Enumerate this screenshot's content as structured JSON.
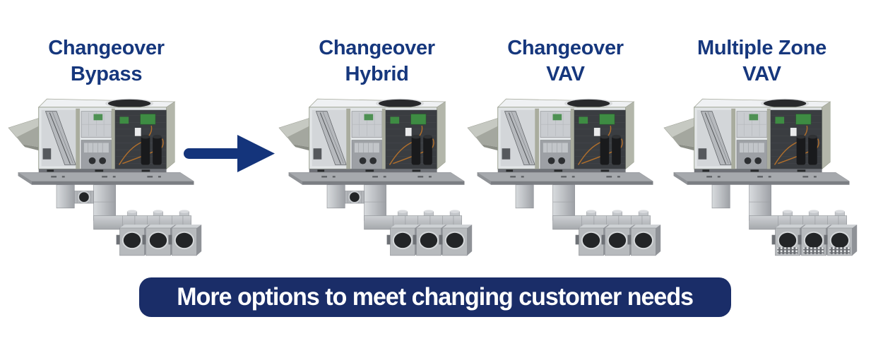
{
  "colors": {
    "heading_navy": "#16377D",
    "arrow_navy": "#14347B",
    "banner_bg": "#1A2D68",
    "banner_text": "#FFFFFF",
    "page_bg": "#FFFFFF"
  },
  "units": [
    {
      "title_line1": "Changeover",
      "title_line2": "Bypass",
      "image": "rooftop-hvac-unit-cutaway-with-bypass-duct-and-three-round-zone-dampers"
    },
    {
      "title_line1": "Changeover",
      "title_line2": "Hybrid",
      "image": "rooftop-hvac-unit-cutaway-with-bypass-duct-and-three-round-zone-dampers"
    },
    {
      "title_line1": "Changeover",
      "title_line2": "VAV",
      "image": "rooftop-hvac-unit-cutaway-with-straight-duct-and-three-round-zone-dampers"
    },
    {
      "title_line1": "Multiple Zone",
      "title_line2": "VAV",
      "image": "rooftop-hvac-unit-cutaway-with-straight-duct-and-three-vav-terminals-with-coils"
    }
  ],
  "icons": {
    "transition_arrow": "right-arrow-icon"
  },
  "banner": {
    "text": "More options to meet changing customer needs"
  }
}
